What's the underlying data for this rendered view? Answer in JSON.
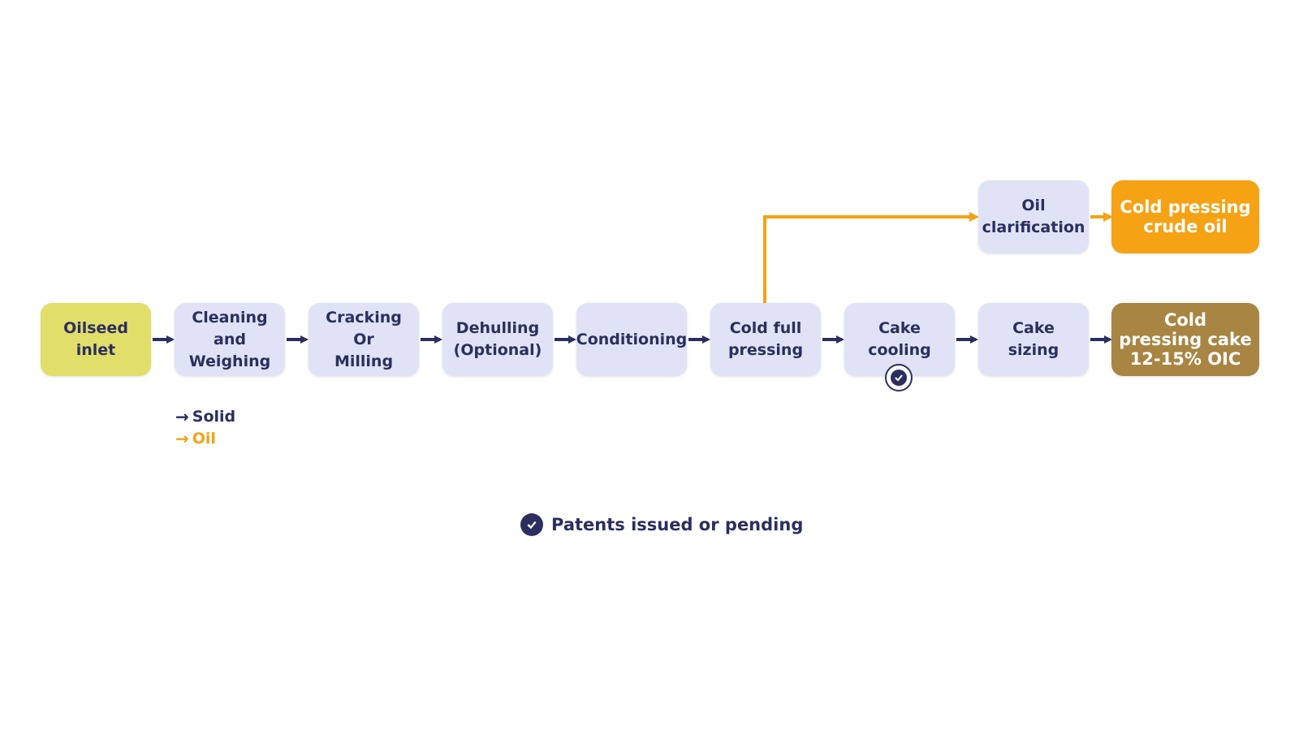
{
  "colors": {
    "solid": "#2a2f5f",
    "oil": "#f5a214",
    "step_fill": "#dfe3f5",
    "inlet_fill": "#e2de6a",
    "crude_oil_fill": "#f5a214",
    "cake_fill": "#a88543"
  },
  "nodes": {
    "oilseed_inlet": "Oilseed\ninlet",
    "cleaning_weighing": "Cleaning\nand\nWeighing",
    "cracking_milling": "Cracking\nOr\nMilling",
    "dehulling": "Dehulling\n(Optional)",
    "conditioning": "Conditioning",
    "cold_full_pressing": "Cold full\npressing",
    "cake_cooling": "Cake\ncooling",
    "cake_sizing": "Cake\nsizing",
    "cold_pressing_cake": "Cold\npressing cake\n12-15% OIC",
    "oil_clarification": "Oil\nclarification",
    "cold_pressing_crude_oil": "Cold pressing\ncrude oil"
  },
  "legend": {
    "solid_label": "Solid",
    "oil_label": "Oil"
  },
  "patent_note": "Patents issued or pending",
  "icons": {
    "arrow": "arrow-right-icon",
    "patent": "check-badge-icon"
  }
}
